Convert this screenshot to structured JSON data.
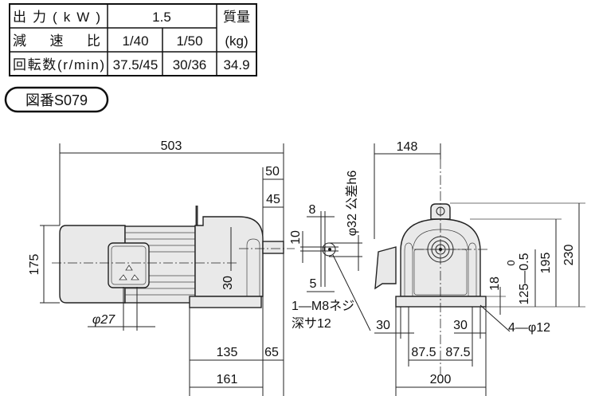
{
  "spec_table": {
    "headers": {
      "output": "出力(kW)",
      "ratio": "減　速　比",
      "speed": "回転数(r/min)",
      "mass": "質量",
      "mass_unit": "(kg)"
    },
    "output_value": "1.5",
    "ratios": [
      "1/40",
      "1/50"
    ],
    "speeds": [
      "37.5/45",
      "30/36"
    ],
    "mass_value": "34.9"
  },
  "drawing_number": "図番S079",
  "side_view": {
    "overall_length": "503",
    "d50": "50",
    "d45": "45",
    "height_175": "175",
    "phi27": "φ27",
    "offset_30": "30",
    "d135": "135",
    "d65": "65",
    "d161": "161"
  },
  "shaft_detail": {
    "tolerance": "φ32 公差h6",
    "key_8": "8",
    "key_10": "10",
    "key_5": "5",
    "thread": "1—M8ネジ",
    "depth": "深サ12"
  },
  "end_view": {
    "width_148": "148",
    "height_230": "230",
    "height_195": "195",
    "shaft_height": "125—0.5",
    "shaft_tol_upper": "0",
    "base_18": "18",
    "d30_left": "30",
    "d30_right": "30",
    "d87_5_left": "87.5",
    "d87_5_right": "87.5",
    "width_200": "200",
    "holes": "4—φ12"
  }
}
